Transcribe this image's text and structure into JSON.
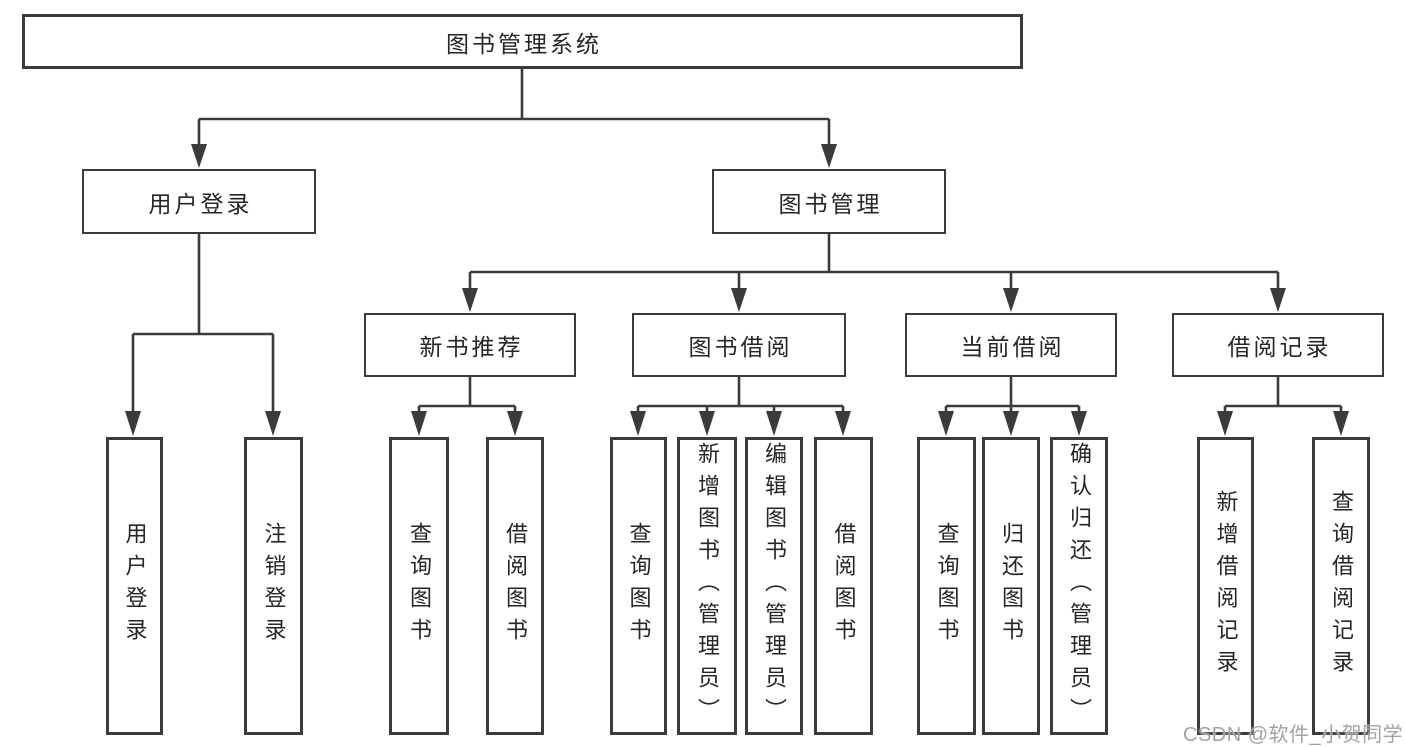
{
  "diagram": {
    "type": "hierarchy-tree",
    "orientation": "top-down",
    "language": "zh-CN"
  },
  "colors": {
    "background": "#ffffff",
    "line": "#3b3b3b",
    "box_border": "#3b3b3b",
    "text": "#262626",
    "watermark": "#a3a3a3"
  },
  "root": {
    "label": "图书管理系统"
  },
  "level2": [
    {
      "label": "用户登录",
      "parent": "图书管理系统"
    },
    {
      "label": "图书管理",
      "parent": "图书管理系统"
    }
  ],
  "level3": [
    {
      "label": "新书推荐",
      "parent": "图书管理"
    },
    {
      "label": "图书借阅",
      "parent": "图书管理"
    },
    {
      "label": "当前借阅",
      "parent": "图书管理"
    },
    {
      "label": "借阅记录",
      "parent": "图书管理"
    }
  ],
  "leaves": [
    {
      "label": "用户登录",
      "parent": "用户登录"
    },
    {
      "label": "注销登录",
      "parent": "用户登录"
    },
    {
      "label": "查询图书",
      "parent": "新书推荐"
    },
    {
      "label": "借阅图书",
      "parent": "新书推荐"
    },
    {
      "label": "查询图书",
      "parent": "图书借阅"
    },
    {
      "label": "新增图书（管理员）",
      "parent": "图书借阅"
    },
    {
      "label": "编辑图书（管理员）",
      "parent": "图书借阅"
    },
    {
      "label": "借阅图书",
      "parent": "图书借阅"
    },
    {
      "label": "查询图书",
      "parent": "当前借阅"
    },
    {
      "label": "归还图书",
      "parent": "当前借阅"
    },
    {
      "label": "确认归还（管理员）",
      "parent": "当前借阅"
    },
    {
      "label": "新增借阅记录",
      "parent": "借阅记录"
    },
    {
      "label": "查询借阅记录",
      "parent": "借阅记录"
    }
  ],
  "watermark": {
    "text": "CSDN @软件_小贺同学"
  }
}
